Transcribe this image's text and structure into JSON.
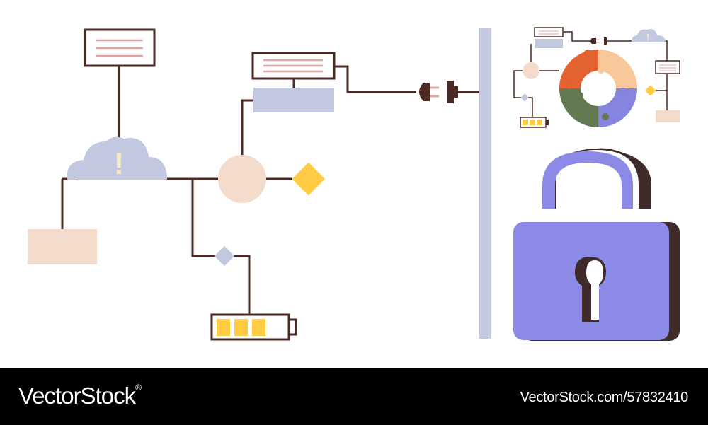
{
  "illustration": {
    "exclamation_mark": "!",
    "battery_level": 3,
    "colors": {
      "line": "#4a2a22",
      "cloud": "#c1c8e0",
      "peach": "#f3dccb",
      "yellow": "#ffcc44",
      "slate": "#c1c8e0",
      "lavender": "#8b8ae6",
      "lock_shadow": "#3f2c2a",
      "pink_line": "#e0a5a5",
      "puzzle_orange": "#e4622f",
      "puzzle_light": "#f8c89a",
      "puzzle_green": "#627953",
      "puzzle_blue": "#8585e0",
      "divider": "#c1c8e0"
    },
    "icons": [
      "cloud-alert-icon",
      "plug-icon",
      "socket-icon",
      "battery-icon",
      "diamond-icon",
      "puzzle-icon",
      "padlock-icon",
      "keyhole-icon"
    ]
  },
  "footer": {
    "brand": "VectorStock",
    "registered": "®",
    "url": "VectorStock.com/57832410"
  }
}
